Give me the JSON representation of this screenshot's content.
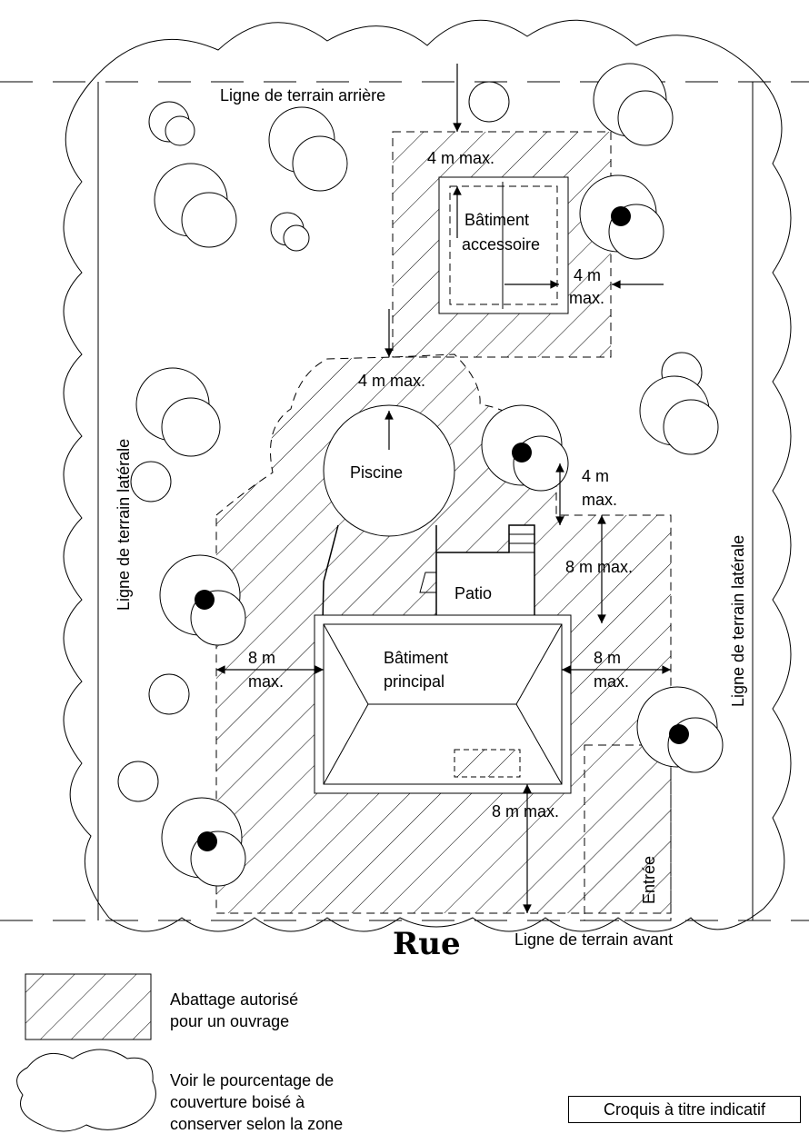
{
  "labels": {
    "rear_line": "Ligne de terrain arrière",
    "side_line_left": "Ligne de terrain latérale",
    "side_line_right": "Ligne de terrain latérale",
    "front_line": "Ligne de terrain avant",
    "street": "Rue",
    "accessory_building_1": "Bâtiment",
    "accessory_building_2": "accessoire",
    "main_building_1": "Bâtiment",
    "main_building_2": "principal",
    "pool": "Piscine",
    "patio": "Patio",
    "driveway": "Entrée"
  },
  "dimensions": {
    "rear_4m": "4 m max.",
    "accessory_side_1": "4 m",
    "accessory_side_2": "max.",
    "pool_4m": "4 m max.",
    "patio_4m_1": "4 m",
    "patio_4m_2": "max.",
    "rear_8m": "8 m max.",
    "left_8m_1": "8 m",
    "left_8m_2": "max.",
    "right_8m_1": "8 m",
    "right_8m_2": "max.",
    "front_8m": "8 m max."
  },
  "legend": {
    "hatch_line1": "Abattage autorisé",
    "hatch_line2": "pour un ouvrage",
    "cloud_line1": "Voir le pourcentage de",
    "cloud_line2": "couverture boisé à",
    "cloud_line3": "conserver selon la zone"
  },
  "note": "Croquis à titre indicatif",
  "colors": {
    "ink": "#000000",
    "background": "#ffffff"
  }
}
